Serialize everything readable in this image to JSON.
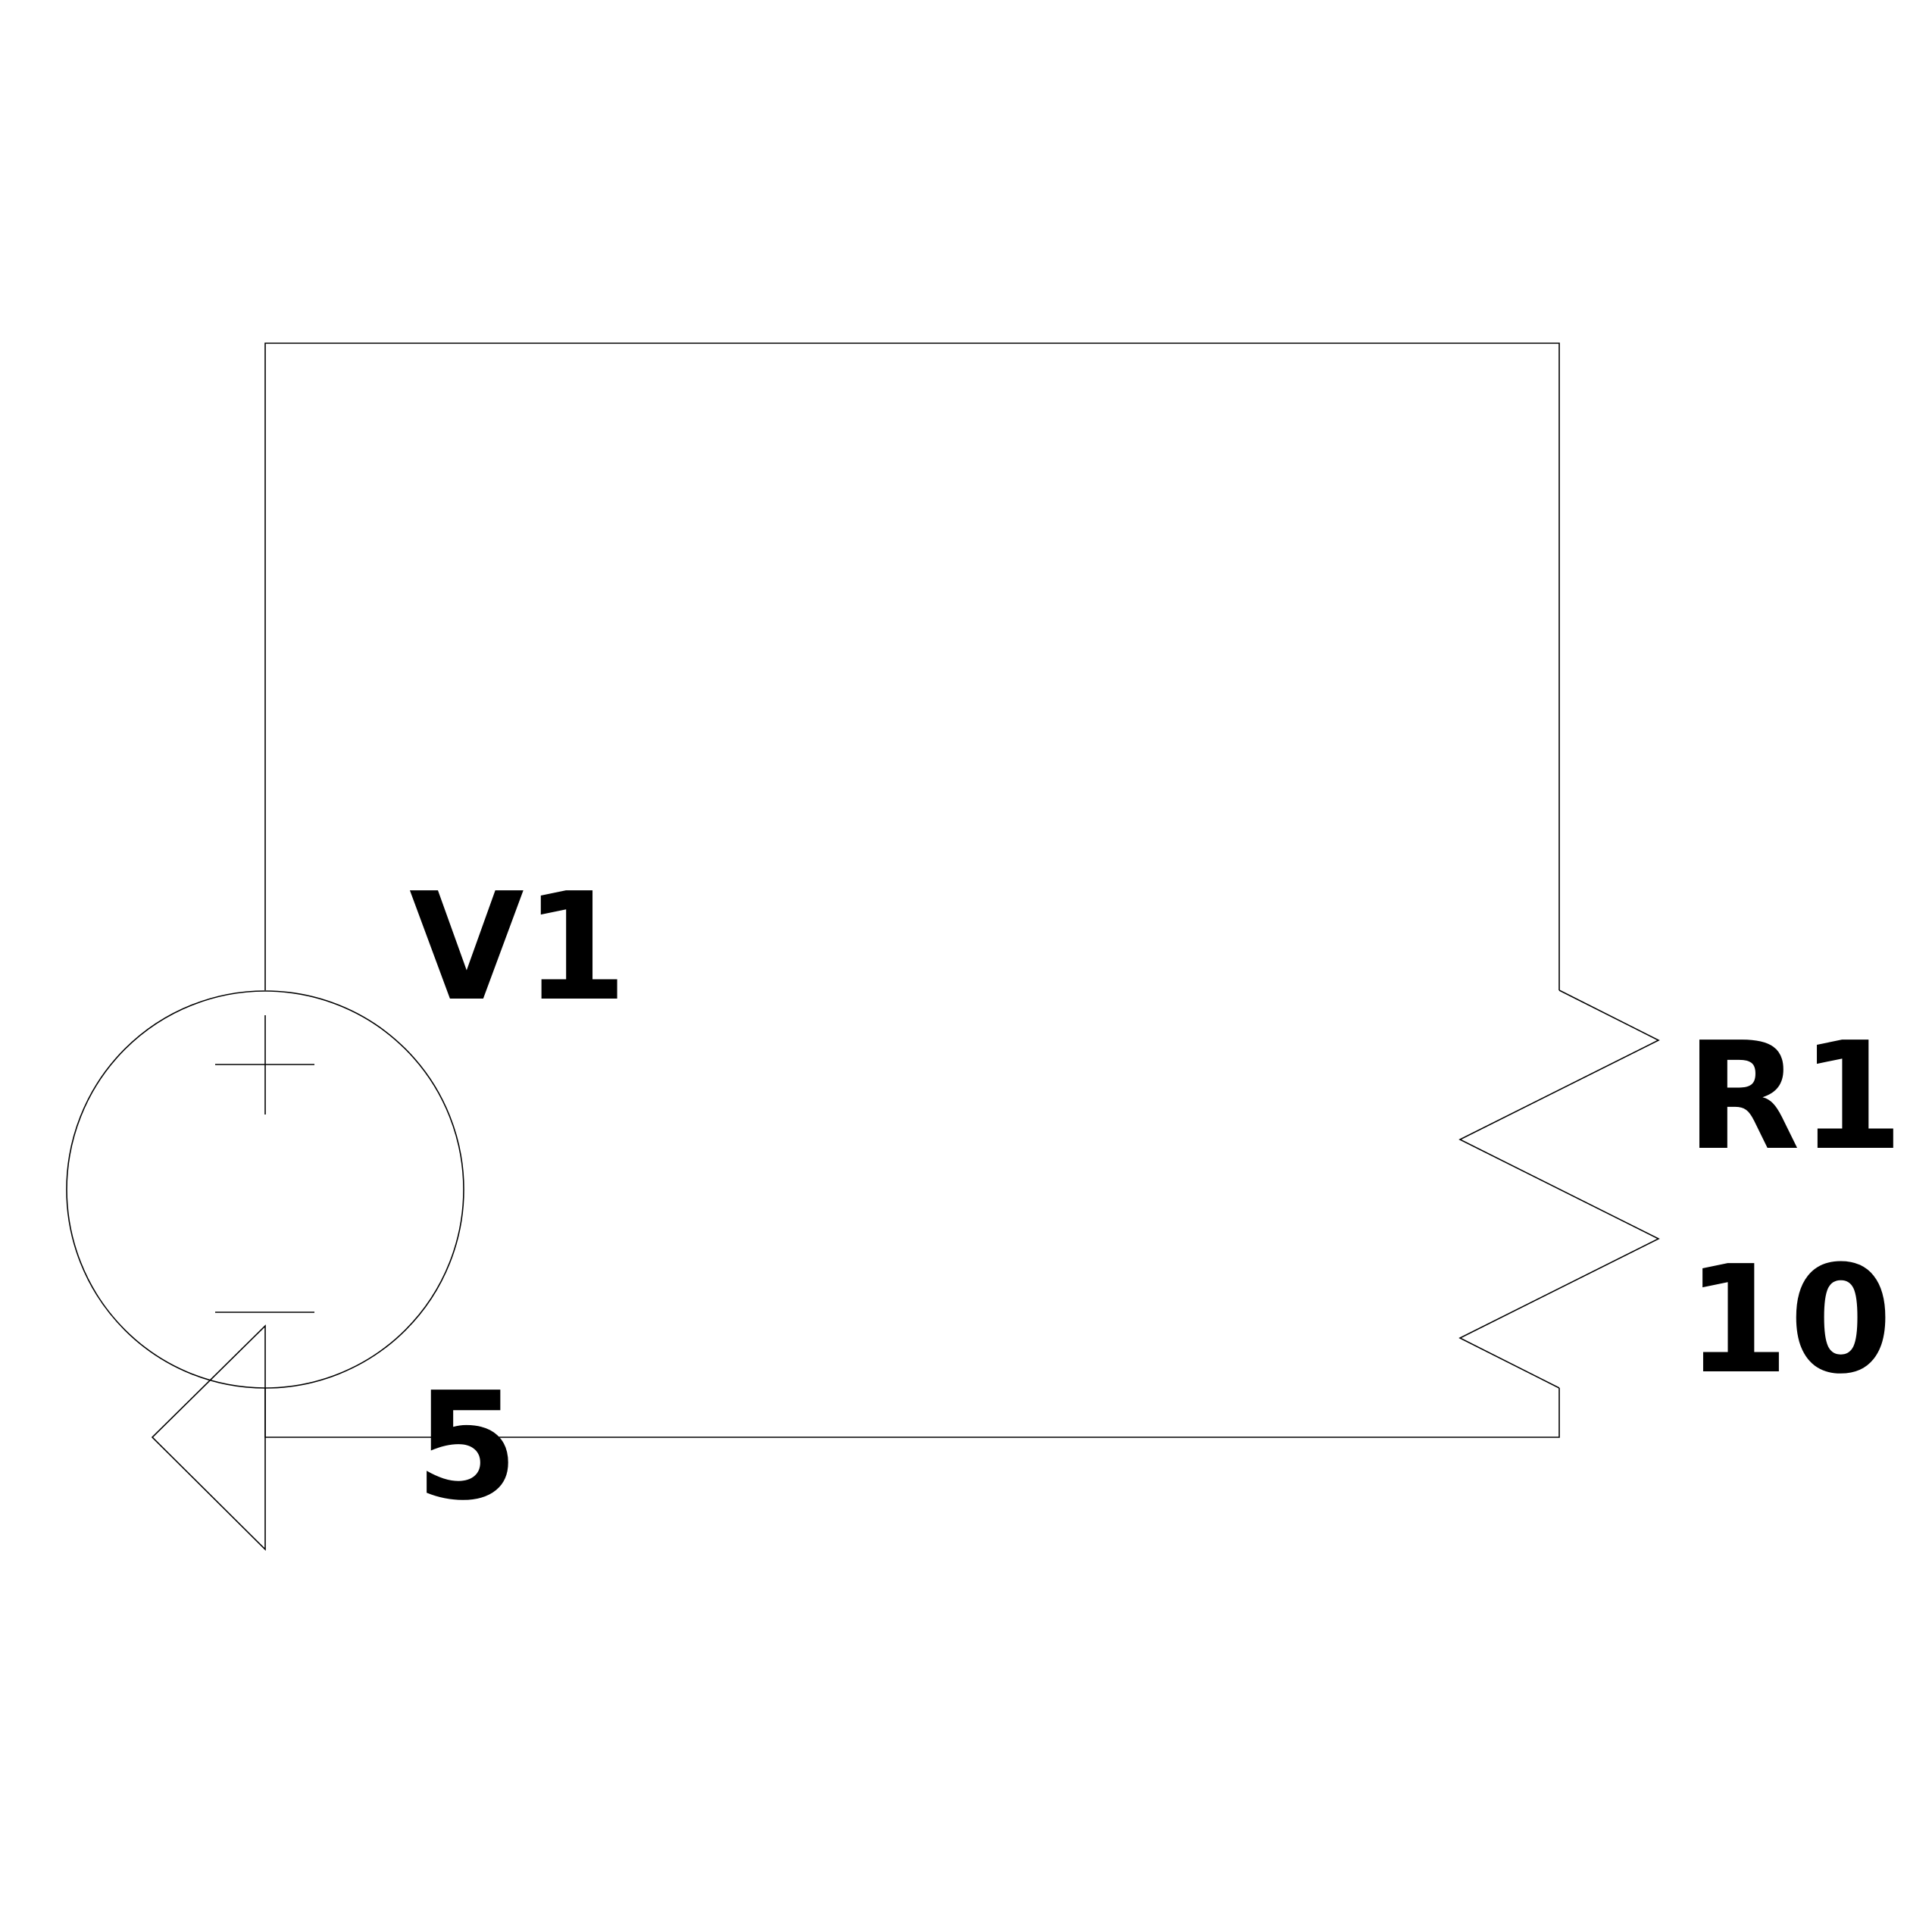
{
  "components": {
    "source": {
      "ref": "V1",
      "value": "5",
      "symbol": "dc-voltage-source"
    },
    "resistor": {
      "ref": "R1",
      "value": "10",
      "symbol": "resistor-zigzag"
    },
    "ground": {
      "symbol": "ground-triangle"
    }
  },
  "colors": {
    "background": "#ffffff",
    "ink": "#000000"
  }
}
